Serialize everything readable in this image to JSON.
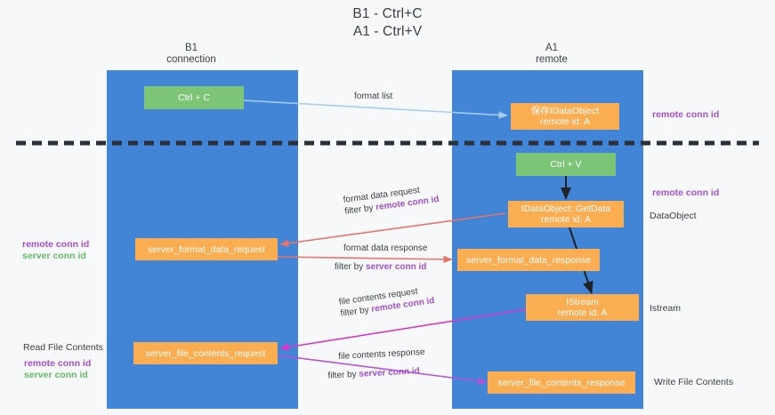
{
  "title": {
    "line1": "B1 - Ctrl+C",
    "line2": "A1 - Ctrl+V"
  },
  "columns": [
    {
      "id": "b1",
      "name": "B1",
      "role": "connection"
    },
    {
      "id": "a1",
      "name": "A1",
      "role": "remote"
    }
  ],
  "boxes": {
    "ctrl_c": {
      "line1": "Ctrl + C",
      "line2": "",
      "color": "#7cc576"
    },
    "save_idataobject": {
      "line1": "保存IDataObject",
      "line2": "remote id: A",
      "color": "#fbad51"
    },
    "ctrl_v": {
      "line1": "Ctrl + V",
      "line2": "",
      "color": "#7cc576"
    },
    "getdata": {
      "line1": "IDataObject::GetData",
      "line2": "remote id: A",
      "color": "#fbad51"
    },
    "fmt_req": {
      "line1": "server_format_data_request",
      "line2": "",
      "color": "#fbad51"
    },
    "fmt_resp": {
      "line1": "server_format_data_response",
      "line2": "",
      "color": "#fbad51"
    },
    "istream": {
      "line1": "IStream",
      "line2": "remote id: A",
      "color": "#fbad51"
    },
    "file_req": {
      "line1": "server_file_contents_request",
      "line2": "",
      "color": "#fbad51"
    },
    "file_resp": {
      "line1": "server_file_contents_response",
      "line2": "",
      "color": "#fbad51"
    }
  },
  "right_labels": {
    "remote_conn_id_top": "remote conn id",
    "remote_conn_id_mid": "remote conn id",
    "dataobject": "DataObject",
    "istream": "Istream",
    "write_file_contents": "Write File Contents"
  },
  "left_labels": {
    "remote_conn_id_1": "remote conn id",
    "server_conn_id_1": "server conn id",
    "read_file_contents": "Read File Contents",
    "remote_conn_id_2": "remote conn id",
    "server_conn_id_2": "server conn id"
  },
  "edges": [
    {
      "id": "format-list",
      "label": "format list",
      "prefix": "",
      "key": "",
      "color": "#a5cdee"
    },
    {
      "id": "format-data-request",
      "label": "format data request",
      "prefix": "filter by ",
      "key": "remote conn id",
      "key_color": "#a24fd0",
      "color": "#e8736a"
    },
    {
      "id": "format-data-response",
      "label": "format data response",
      "prefix": "filter by ",
      "key": "server conn id",
      "key_color": "#a24fd0",
      "color": "#e8736a"
    },
    {
      "id": "file-contents-request",
      "label": "file contents request",
      "prefix": "filter by ",
      "key": "remote conn id",
      "key_color": "#a24fd0",
      "color": "#d736c8"
    },
    {
      "id": "file-contents-response",
      "label": "file contents response",
      "prefix": "filter by ",
      "key": "server conn id",
      "key_color": "#a24fd0",
      "color": "#b452d8"
    }
  ],
  "colors": {
    "lane": "#4285d6",
    "green_box": "#7cc576",
    "orange_box": "#fbad51",
    "purple_text": "#a24fd0",
    "green_text": "#63bb63",
    "divider": "#2b2f38",
    "background": "#f7f8f9"
  }
}
